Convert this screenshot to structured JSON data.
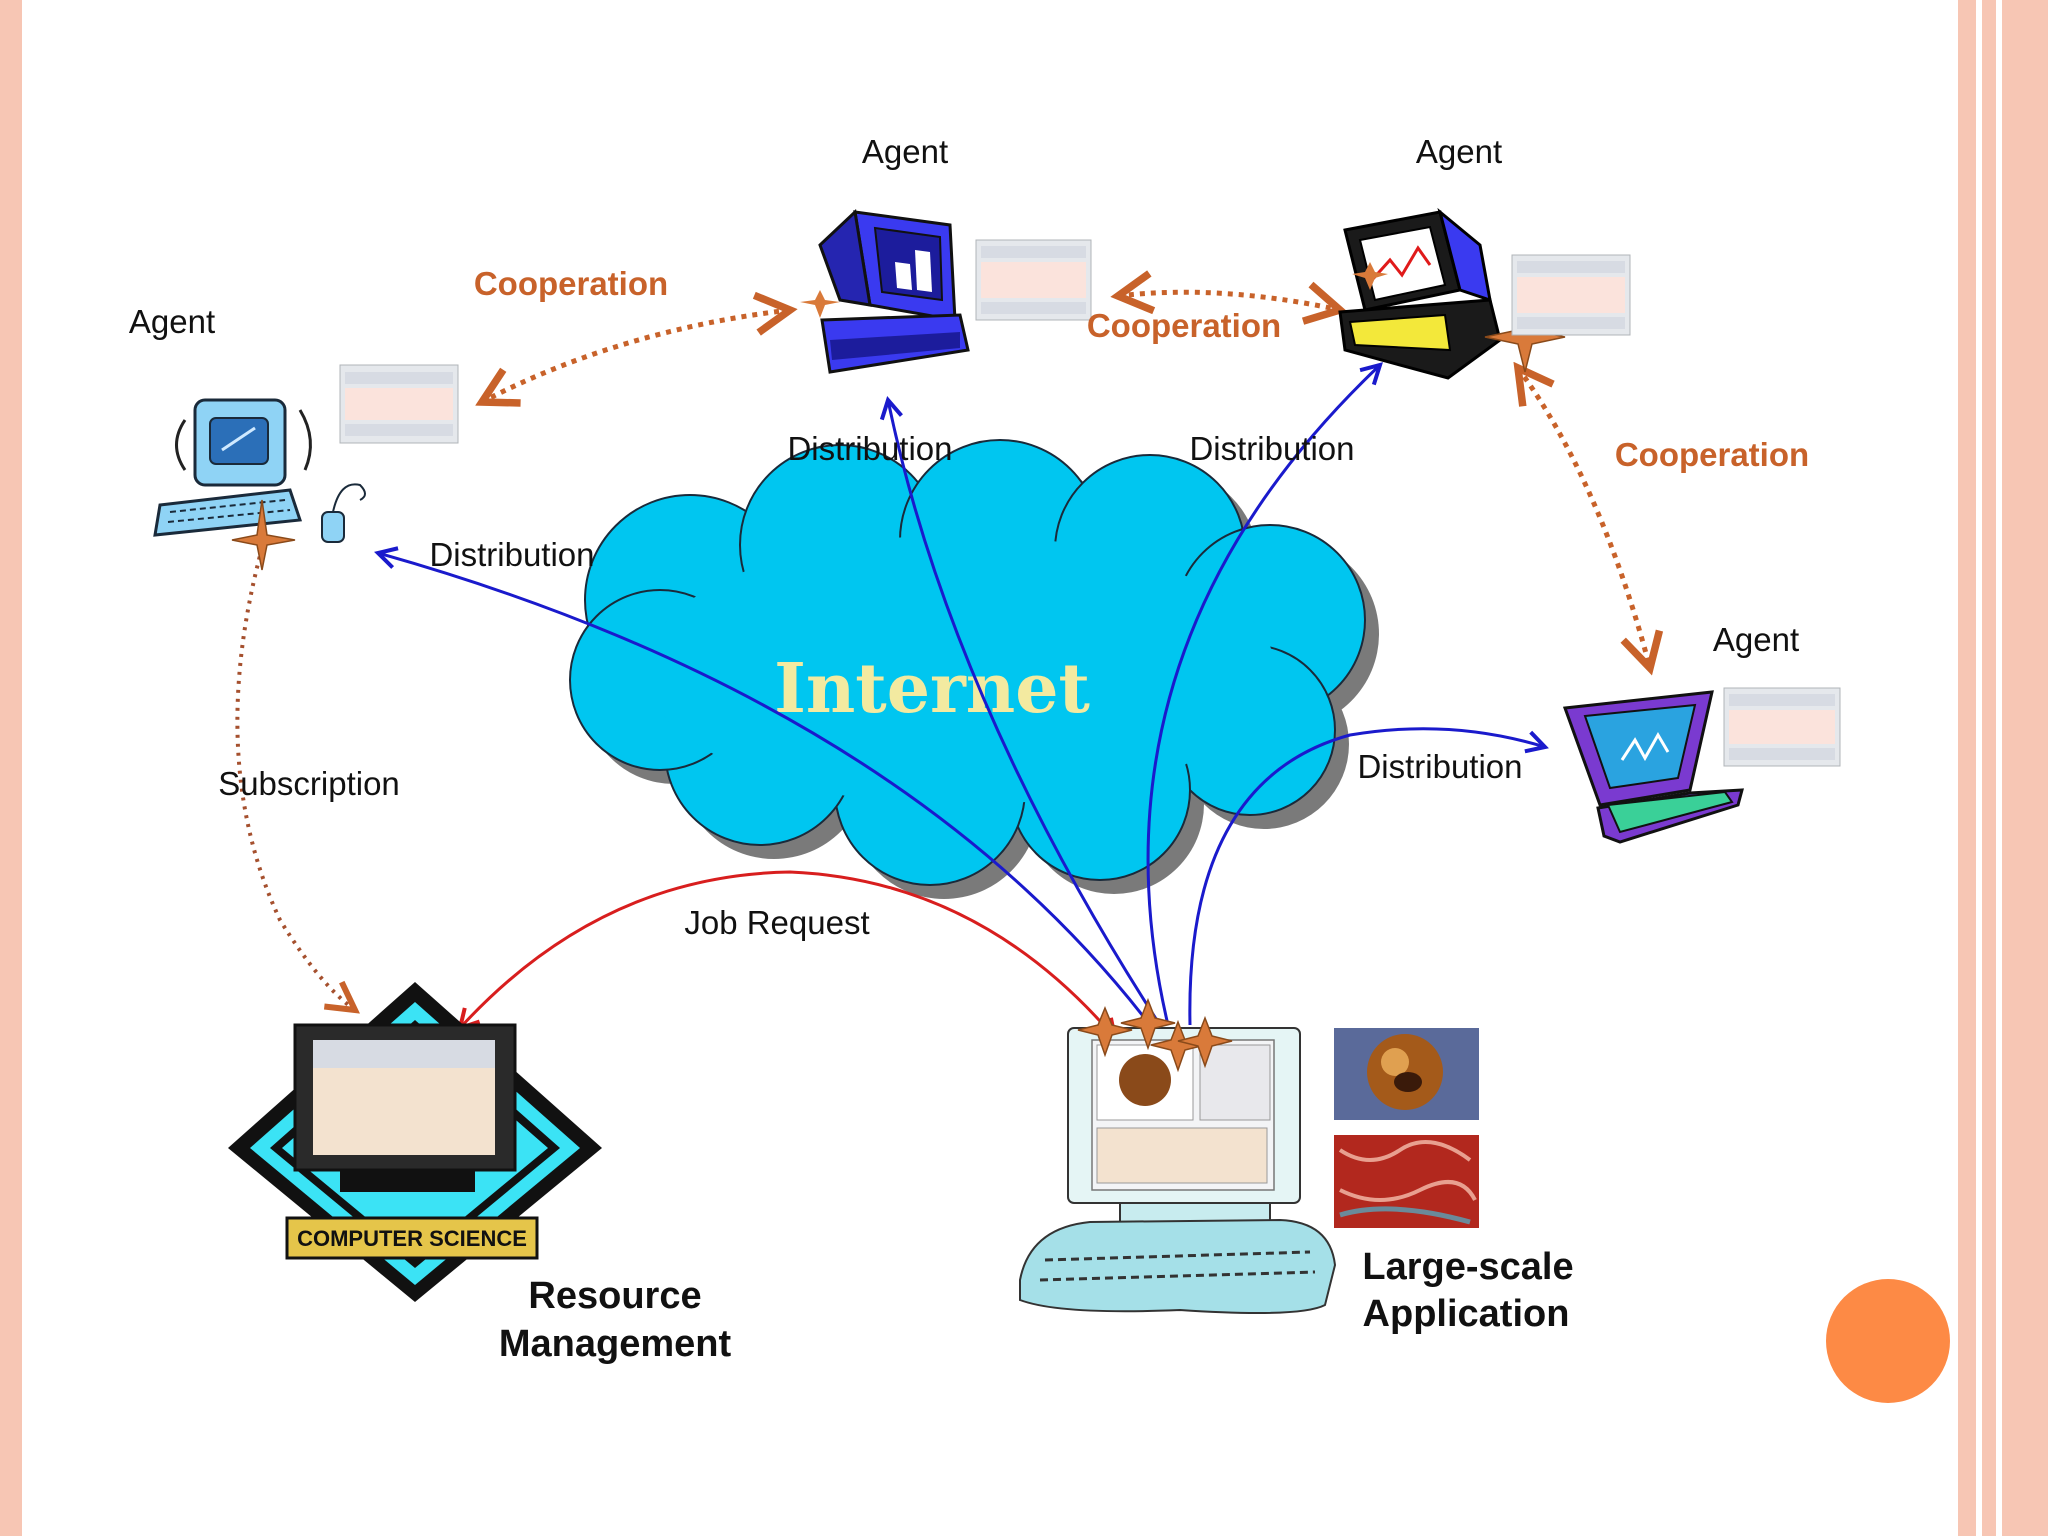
{
  "labels": {
    "agent": "Agent",
    "cooperation": "Cooperation",
    "distribution": "Distribution",
    "subscription": "Subscription",
    "job_request": "Job Request",
    "internet": "Internet",
    "resource_management_line1": "Resource",
    "resource_management_line2": "Management",
    "large_scale_line1": "Large-scale",
    "large_scale_line2": "Application",
    "computer_science": "COMPUTER SCIENCE"
  },
  "colors": {
    "cooperation_orange": "#c8622a",
    "distribution_blue": "#1a1acc",
    "job_request_red": "#d81e1e",
    "cloud_blue": "#00c6f0",
    "accent_circle": "#fd8a45",
    "border_pink": "#f7c6b4"
  }
}
